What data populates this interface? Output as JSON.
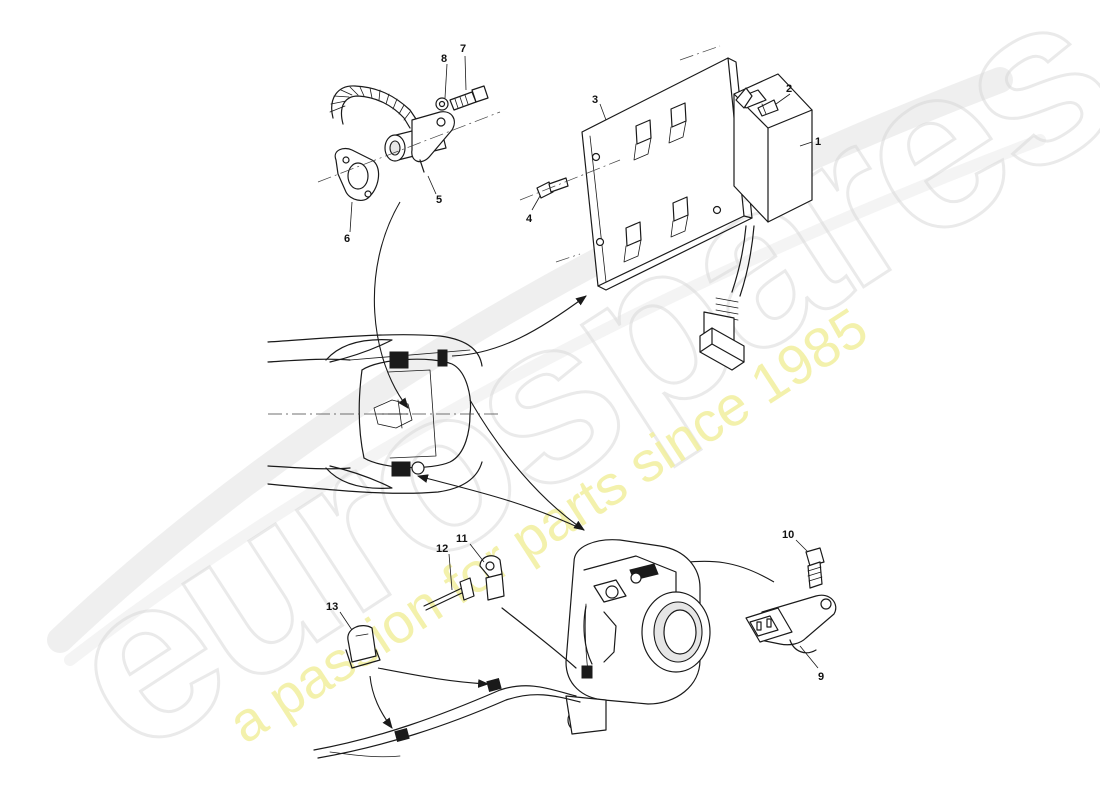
{
  "watermark": {
    "brand": "eurospares",
    "tagline": "a passion for parts since 1985"
  },
  "callouts": [
    {
      "id": "1",
      "label": "1"
    },
    {
      "id": "2",
      "label": "2"
    },
    {
      "id": "3",
      "label": "3"
    },
    {
      "id": "4",
      "label": "4"
    },
    {
      "id": "5",
      "label": "5"
    },
    {
      "id": "6",
      "label": "6"
    },
    {
      "id": "7",
      "label": "7"
    },
    {
      "id": "8",
      "label": "8"
    },
    {
      "id": "9",
      "label": "9"
    },
    {
      "id": "10",
      "label": "10"
    },
    {
      "id": "11",
      "label": "11"
    },
    {
      "id": "12",
      "label": "12"
    },
    {
      "id": "13",
      "label": "13"
    }
  ]
}
